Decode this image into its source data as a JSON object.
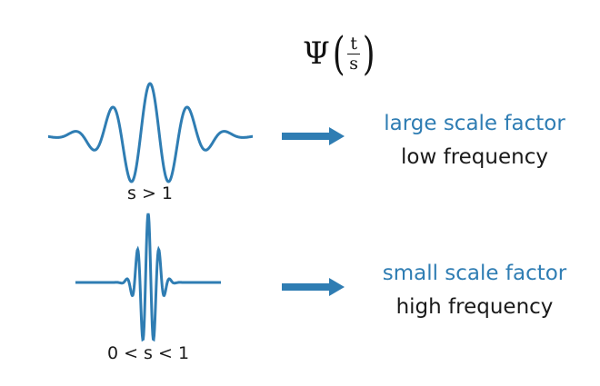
{
  "formula": {
    "symbol": "Ψ",
    "numerator": "t",
    "denominator": "s"
  },
  "rows": [
    {
      "condition": "s > 1",
      "line1": "large scale factor",
      "line2": "low frequency"
    },
    {
      "condition": "0 < s < 1",
      "line1": "small scale factor",
      "line2": "high frequency"
    }
  ],
  "colors": {
    "accent": "#2f7db3",
    "text": "#1a1a1a"
  }
}
